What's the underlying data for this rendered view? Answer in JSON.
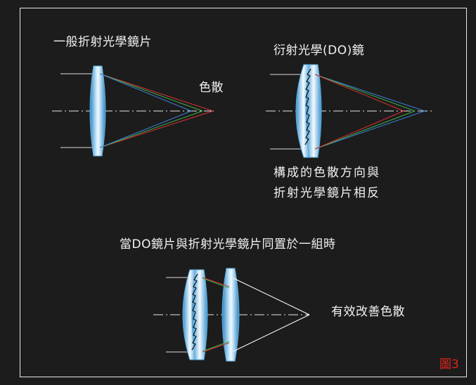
{
  "labels": {
    "normal_lens": "一般折射光學鏡片",
    "dispersion": "色散",
    "do_lens": "衍射光學(DO)鏡",
    "opposite_dispersion": "構成的色散方向與\n折射光學鏡片相反",
    "combined": "當DO鏡片與折射光學鏡片同置於一組時",
    "improved": "有效改善色散",
    "figure": "圖3"
  },
  "colors": {
    "background": "#1c1c1c",
    "border": "#e8e8e8",
    "text": "#f2f2f2",
    "figure_label": "#e0231c",
    "lens": "#4aa3d8",
    "ray_red": "#e03030",
    "ray_green": "#3cb24a",
    "ray_blue": "#3a7fd6",
    "ray_white": "#ffffff"
  }
}
